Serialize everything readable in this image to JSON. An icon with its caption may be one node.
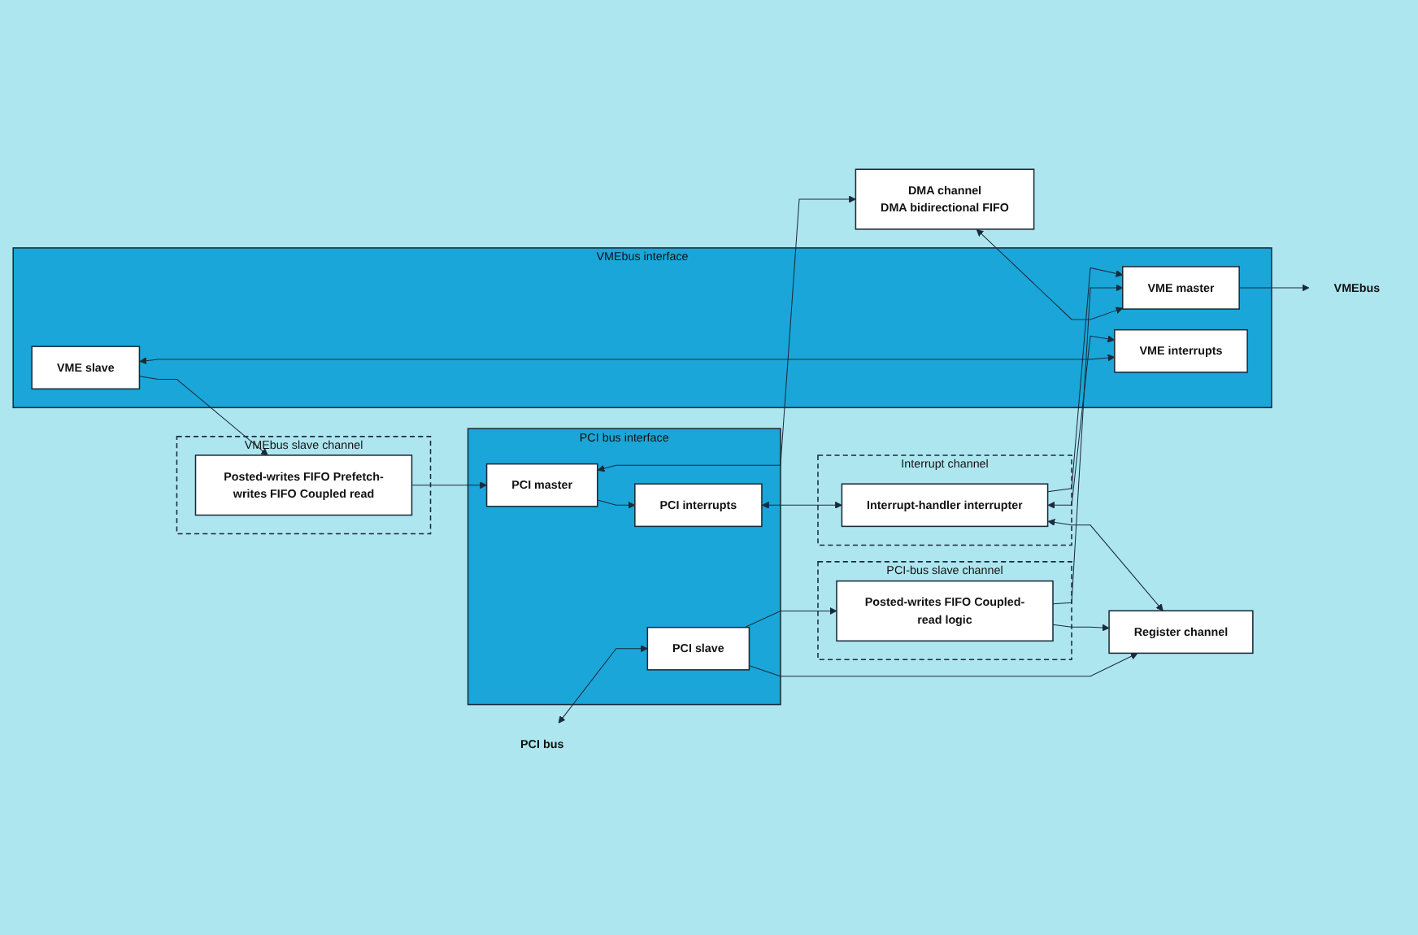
{
  "diagram": {
    "nodes": [
      {
        "text": [
          "PCI bus interface"
        ]
      },
      {
        "text": [
          "PCI master"
        ],
        "in": 0
      },
      {
        "text": [
          "PCI slave"
        ],
        "in": 0
      },
      {
        "text": [
          "PCI interrupts"
        ],
        "in": 0
      },
      {
        "text": [
          "DMA channel",
          "DMA bidirectional FIFO"
        ]
      },
      {
        "text": [
          "VMEbus slave channel"
        ]
      },
      {
        "text": [
          "Posted-writes FIFO Prefetch-writes FIFO Coupled read"
        ],
        "in": 5
      },
      {
        "text": [
          "PCI-bus slave channel"
        ]
      },
      {
        "text": [
          "Posted-writes FIFO Coupled-read logic"
        ],
        "in": 7
      },
      {
        "text": [
          "Interrupt channel"
        ]
      },
      {
        "text": [
          "Interrupt-handler interrupter"
        ],
        "in": 9
      },
      {
        "text": [
          "Register channel"
        ]
      },
      {
        "text": [
          "VMEbus interface"
        ]
      },
      {
        "text": [
          "VME slave"
        ],
        "in": 12
      },
      {
        "text": [
          "VME master"
        ],
        "in": 12
      },
      {
        "text": [
          "VME interrupts"
        ],
        "in": 12
      },
      {
        "text": [
          "PCI bus"
        ]
      },
      {
        "text": [
          "VMEbus"
        ]
      }
    ],
    "edges": [
      {
        "from": 1,
        "to": 4,
        "arrow": "both"
      },
      {
        "from": 4,
        "to": 14,
        "arrow": "both"
      },
      {
        "from": 6,
        "to": 1,
        "arrow": "to"
      },
      {
        "from": 13,
        "to": 6,
        "arrow": "to"
      },
      {
        "from": 16,
        "to": 2,
        "arrow": "both"
      },
      {
        "from": 1,
        "to": 3,
        "arrow": "to"
      },
      {
        "from": 13,
        "to": 15,
        "arrow": "both"
      },
      {
        "from": 14,
        "to": 17,
        "arrow": "to"
      },
      {
        "from": 2,
        "to": 8,
        "arrow": "to"
      },
      {
        "from": 2,
        "to": 11,
        "arrow": "to"
      },
      {
        "from": 8,
        "to": 14,
        "arrow": "to"
      },
      {
        "from": 8,
        "to": 11,
        "arrow": "to"
      },
      {
        "from": 3,
        "to": 10,
        "arrow": "both"
      },
      {
        "from": 10,
        "to": 15,
        "arrow": "both"
      },
      {
        "from": 10,
        "to": 14,
        "arrow": "to"
      },
      {
        "from": 10,
        "to": 11,
        "arrow": "both"
      }
    ]
  }
}
